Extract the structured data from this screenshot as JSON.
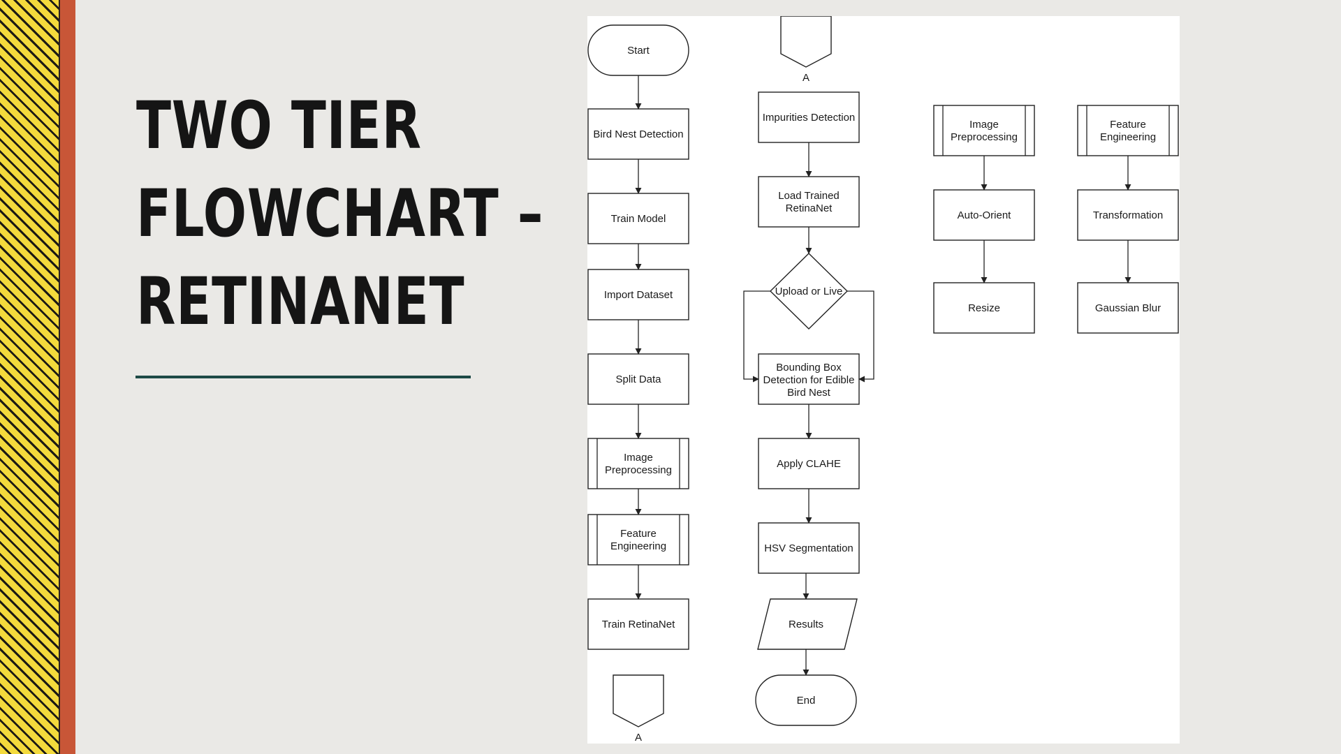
{
  "title": {
    "line1": "TWO TIER",
    "line2": "FLOWCHART –",
    "line3": "RETINANET"
  },
  "colors": {
    "background": "#eae9e6",
    "stripe_yellow": "#f3da3c",
    "stripe_dark": "#1c1a14",
    "accent_red": "#c85637",
    "underline": "#1d4a46"
  },
  "flow": {
    "tier1": {
      "start": "Start",
      "bird_nest_detection": "Bird Nest Detection",
      "train_model": "Train Model",
      "import_dataset": "Import Dataset",
      "split_data": "Split Data",
      "image_preprocessing": [
        "Image",
        "Preprocessing"
      ],
      "feature_engineering": [
        "Feature",
        "Engineering"
      ],
      "train_retinanet": "Train RetinaNet",
      "connector_out": "A"
    },
    "tier2": {
      "connector_in": "A",
      "impurities_detection": "Impurities Detection",
      "load_trained": [
        "Load Trained",
        "RetinaNet"
      ],
      "decision": "Upload or Live",
      "bounding_box": [
        "Bounding Box",
        "Detection for Edible",
        "Bird Nest"
      ],
      "apply_clahe": "Apply CLAHE",
      "hsv_segmentation": "HSV Segmentation",
      "results": "Results",
      "end": "End"
    },
    "subprocess_preprocessing": {
      "header": [
        "Image",
        "Preprocessing"
      ],
      "step1": "Auto-Orient",
      "step2": "Resize"
    },
    "subprocess_feature": {
      "header": [
        "Feature",
        "Engineering"
      ],
      "step1": "Transformation",
      "step2": "Gaussian Blur"
    }
  }
}
